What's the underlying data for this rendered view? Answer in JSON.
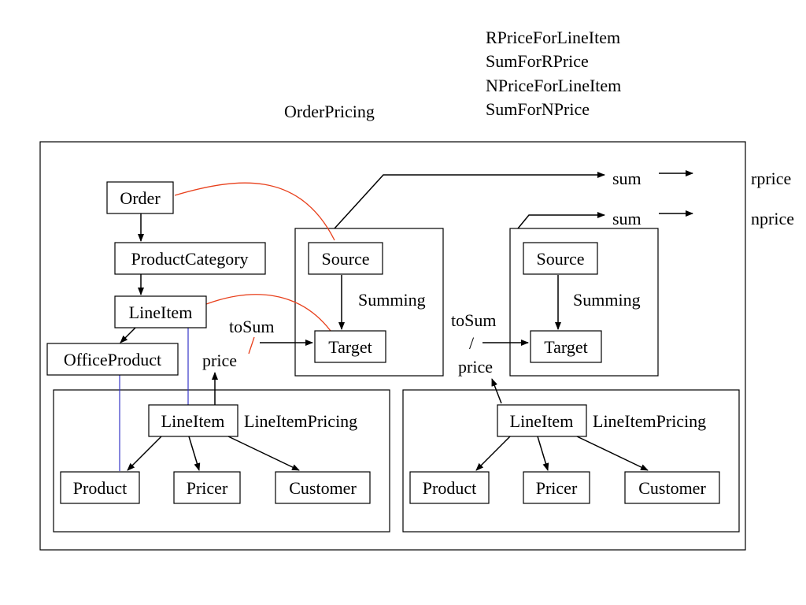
{
  "legend": {
    "rprice_for_lineitem": "RPriceForLineItem",
    "sum_for_rprice": "SumForRPrice",
    "nprice_for_lineitem": "NPriceForLineItem",
    "sum_for_nprice": "SumForNPrice"
  },
  "colors": {
    "rprice_for_lineitem": "#3535c9",
    "sum_for_rprice": "#e8401c",
    "nprice_for_lineitem": "#17b817",
    "sum_for_nprice": "#c81ec8"
  },
  "title": "OrderPricing",
  "outputs": {
    "sum_top": "sum",
    "sum_bottom": "sum",
    "rprice": "rprice",
    "nprice": "nprice"
  },
  "left_tree": {
    "order": "Order",
    "product_category": "ProductCategory",
    "line_item": "LineItem",
    "office_product": "OfficeProduct"
  },
  "summing_left": {
    "source": "Source",
    "label": "Summing",
    "target": "Target"
  },
  "summing_right": {
    "source": "Source",
    "label": "Summing",
    "target": "Target"
  },
  "to_sum_left": "toSum",
  "to_sum_right": "toSum",
  "price_left": "price",
  "price_right": "price",
  "price_slash": "/",
  "pricing_left": {
    "line_item": "LineItem",
    "label": "LineItemPricing",
    "product": "Product",
    "pricer": "Pricer",
    "customer": "Customer"
  },
  "pricing_right": {
    "line_item": "LineItem",
    "label": "LineItemPricing",
    "product": "Product",
    "pricer": "Pricer",
    "customer": "Customer"
  }
}
